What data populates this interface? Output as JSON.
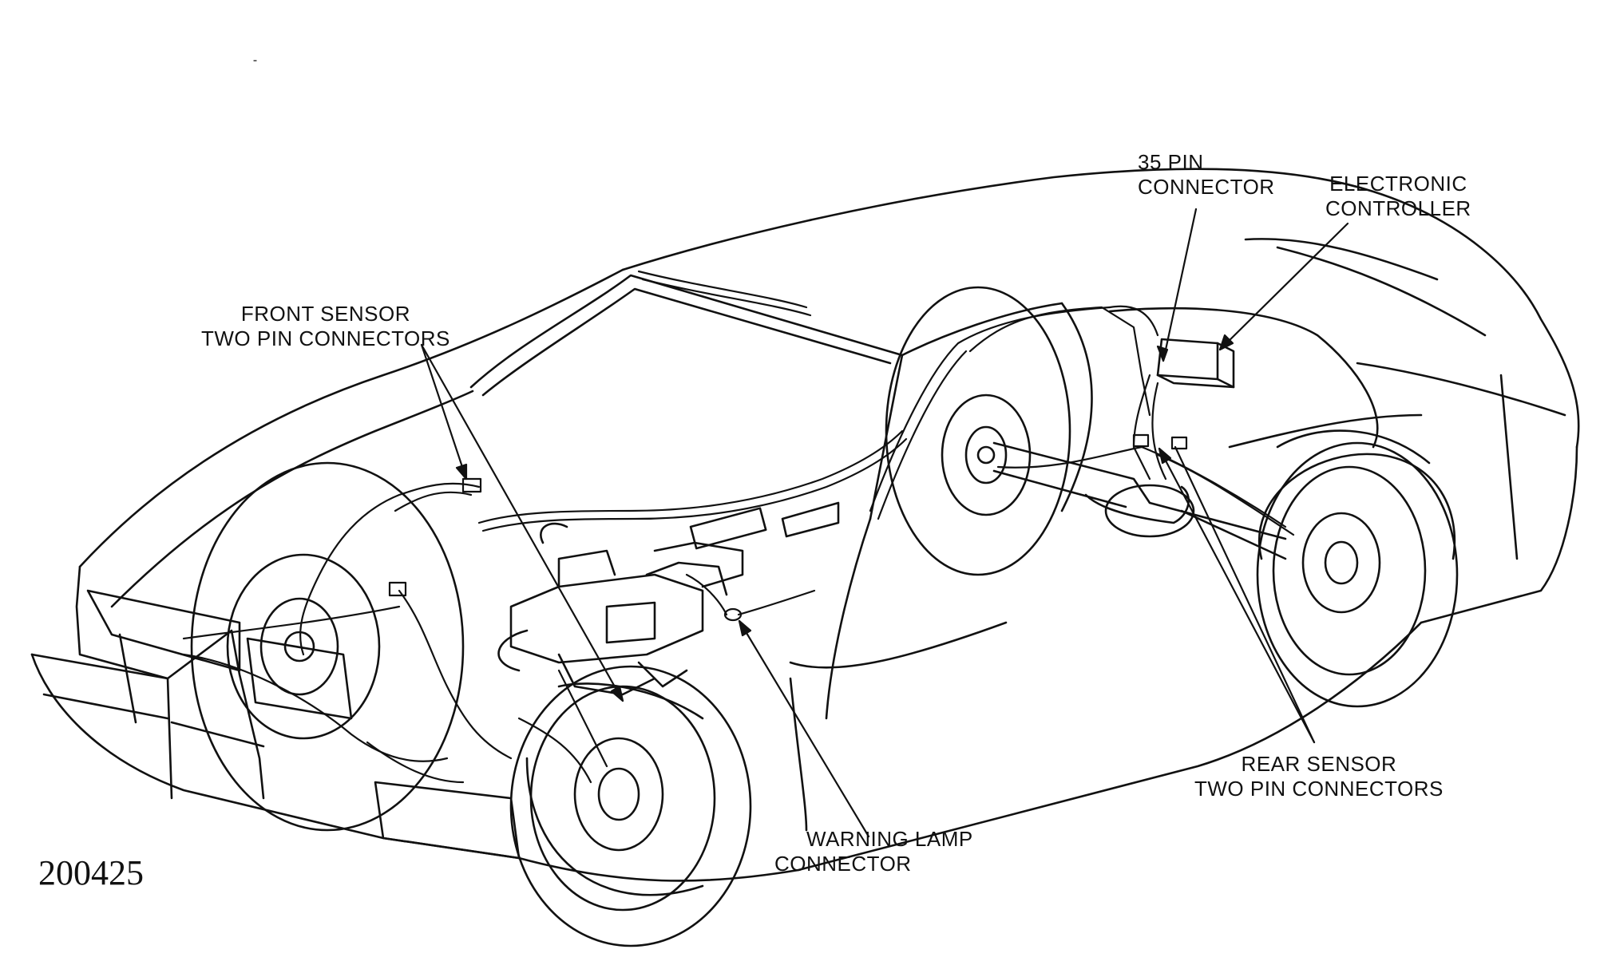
{
  "figure_number": "200425",
  "labels": {
    "pin35": {
      "line1": "35 PIN",
      "line2": "CONNECTOR"
    },
    "controller": {
      "line1": "ELECTRONIC",
      "line2": "CONTROLLER"
    },
    "front_sensor": {
      "line1": "FRONT SENSOR",
      "line2": "TWO PIN CONNECTORS"
    },
    "rear_sensor": {
      "line1": "REAR SENSOR",
      "line2": "TWO PIN CONNECTORS"
    },
    "warning_lamp": {
      "line1": "WARNING LAMP",
      "line2": "CONNECTOR"
    }
  },
  "colors": {
    "ink": "#111111",
    "paper": "#ffffff"
  }
}
